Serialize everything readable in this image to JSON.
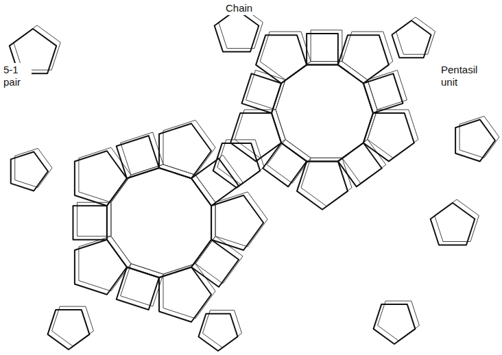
{
  "diagram": {
    "labels": [
      "Chain",
      "5-1 pair",
      "Pentasil unit"
    ]
  }
}
